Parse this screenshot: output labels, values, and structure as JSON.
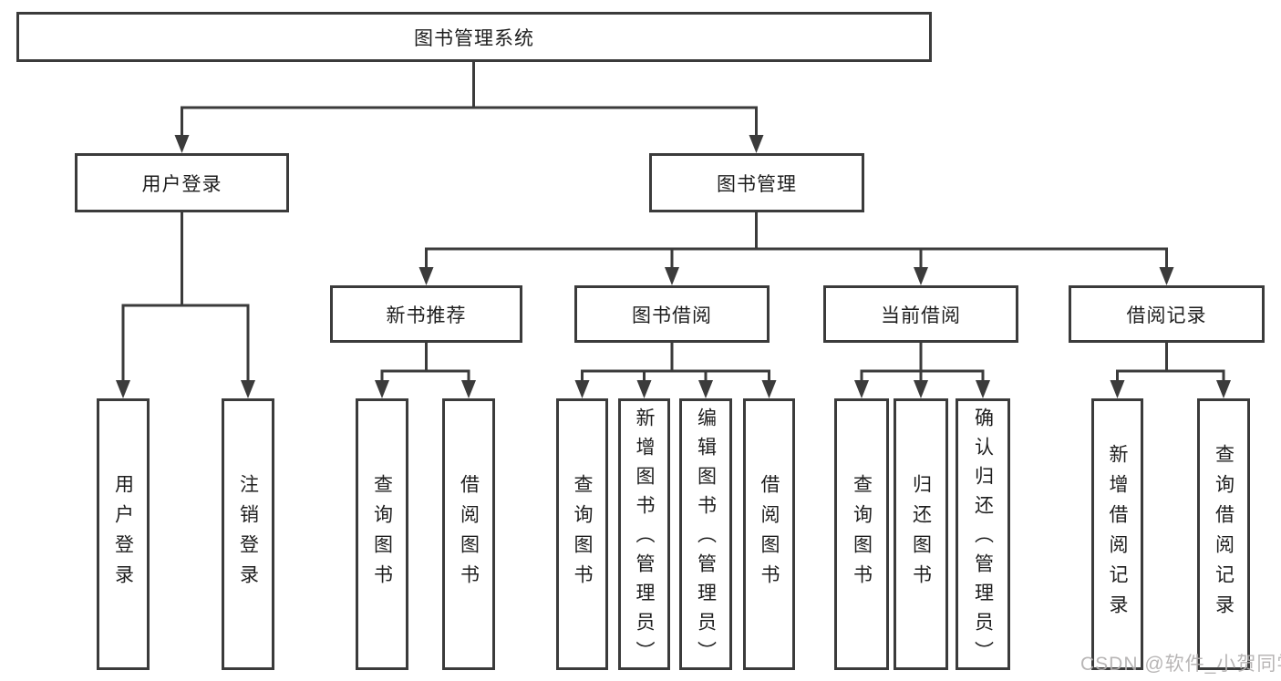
{
  "diagram_title": "图书管理系统",
  "colors": {
    "line": "#3b3b3b",
    "text": "#1e1e1e",
    "watermark": "#b3b0b0"
  },
  "tree": {
    "label": "图书管理系统",
    "children": [
      {
        "label": "用户登录",
        "children": [
          {
            "label": "用户登录"
          },
          {
            "label": "注销登录"
          }
        ]
      },
      {
        "label": "图书管理",
        "children": [
          {
            "label": "新书推荐",
            "children": [
              {
                "label": "查询图书"
              },
              {
                "label": "借阅图书"
              }
            ]
          },
          {
            "label": "图书借阅",
            "children": [
              {
                "label": "查询图书"
              },
              {
                "label": "新增图书（管理员）"
              },
              {
                "label": "编辑图书（管理员）"
              },
              {
                "label": "借阅图书"
              }
            ]
          },
          {
            "label": "当前借阅",
            "children": [
              {
                "label": "查询图书"
              },
              {
                "label": "归还图书"
              },
              {
                "label": "确认归还（管理员）"
              }
            ]
          },
          {
            "label": "借阅记录",
            "children": [
              {
                "label": "新增借阅记录"
              },
              {
                "label": "查询借阅记录"
              }
            ]
          }
        ]
      }
    ]
  },
  "watermark": {
    "text": "CSDN @软件_小贺同学"
  }
}
